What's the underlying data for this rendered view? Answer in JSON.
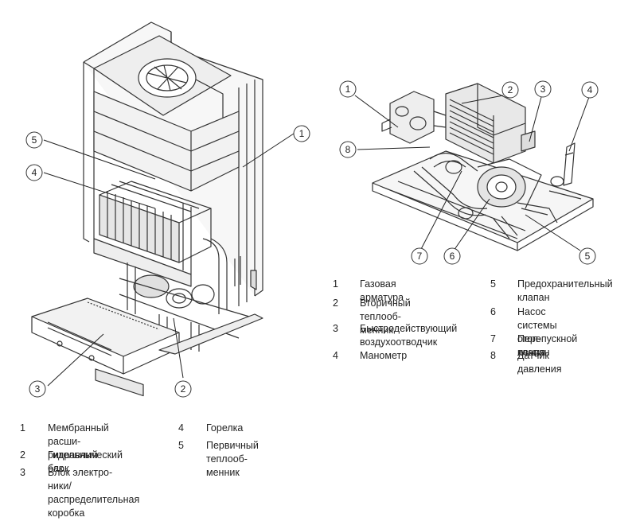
{
  "callouts_left": {
    "c1": "1",
    "c2": "2",
    "c3": "3",
    "c4": "4",
    "c5": "5"
  },
  "callouts_right": {
    "c1": "1",
    "c2": "2",
    "c3": "3",
    "c4": "4",
    "c5": "5",
    "c6": "6",
    "c7": "7",
    "c8": "8"
  },
  "legend_right": [
    {
      "num": "1",
      "text": "Газовая арматура"
    },
    {
      "num": "2",
      "text": "Вторичный теплооб-\nменник"
    },
    {
      "num": "3",
      "text": "Быстродействующий\nвоздухоотводчик"
    },
    {
      "num": "4",
      "text": "Манометр"
    },
    {
      "num": "5",
      "text": "Предохранительный\nклапан"
    },
    {
      "num": "6",
      "text": "Насос системы отоп-\nления"
    },
    {
      "num": "7",
      "text": "Перепускной клапан"
    },
    {
      "num": "8",
      "text": "Датчик давления"
    }
  ],
  "legend_left": [
    {
      "num": "1",
      "text": "Мембранный расши-\nрительный бак"
    },
    {
      "num": "2",
      "text": "Гидравлический блок"
    },
    {
      "num": "3",
      "text": "Блок электро-\nники/распределительная\nкоробка"
    },
    {
      "num": "4",
      "text": "Горелка"
    },
    {
      "num": "5",
      "text": "Первичный теплооб-\nменник"
    }
  ]
}
